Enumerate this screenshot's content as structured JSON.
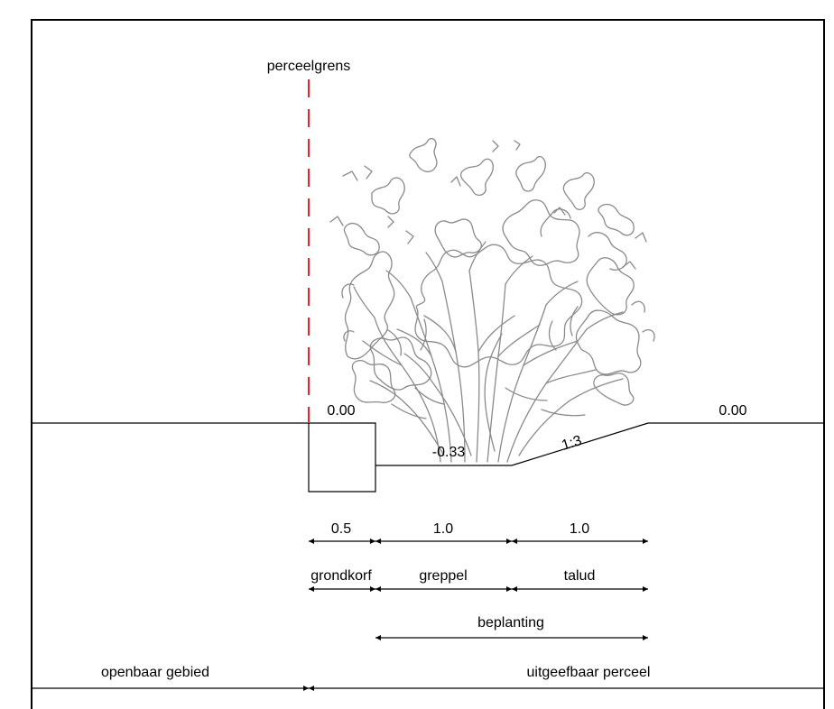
{
  "colors": {
    "boundary_line": "#e3262e",
    "outline": "#000000",
    "vegetation": "#8a8a8a"
  },
  "labels": {
    "perceelgrens": "perceelgrens",
    "level_left": "0.00",
    "level_right": "0.00",
    "ditch_depth": "-0.33",
    "slope": "1:3",
    "openbaar_gebied": "openbaar gebied",
    "uitgeefbaar_perceel": "uitgeefbaar perceel"
  },
  "dimensions": [
    {
      "value": "0.5",
      "name": "grondkorf"
    },
    {
      "value": "1.0",
      "name": "greppel"
    },
    {
      "value": "1.0",
      "name": "talud"
    }
  ],
  "beplanting": "beplanting"
}
